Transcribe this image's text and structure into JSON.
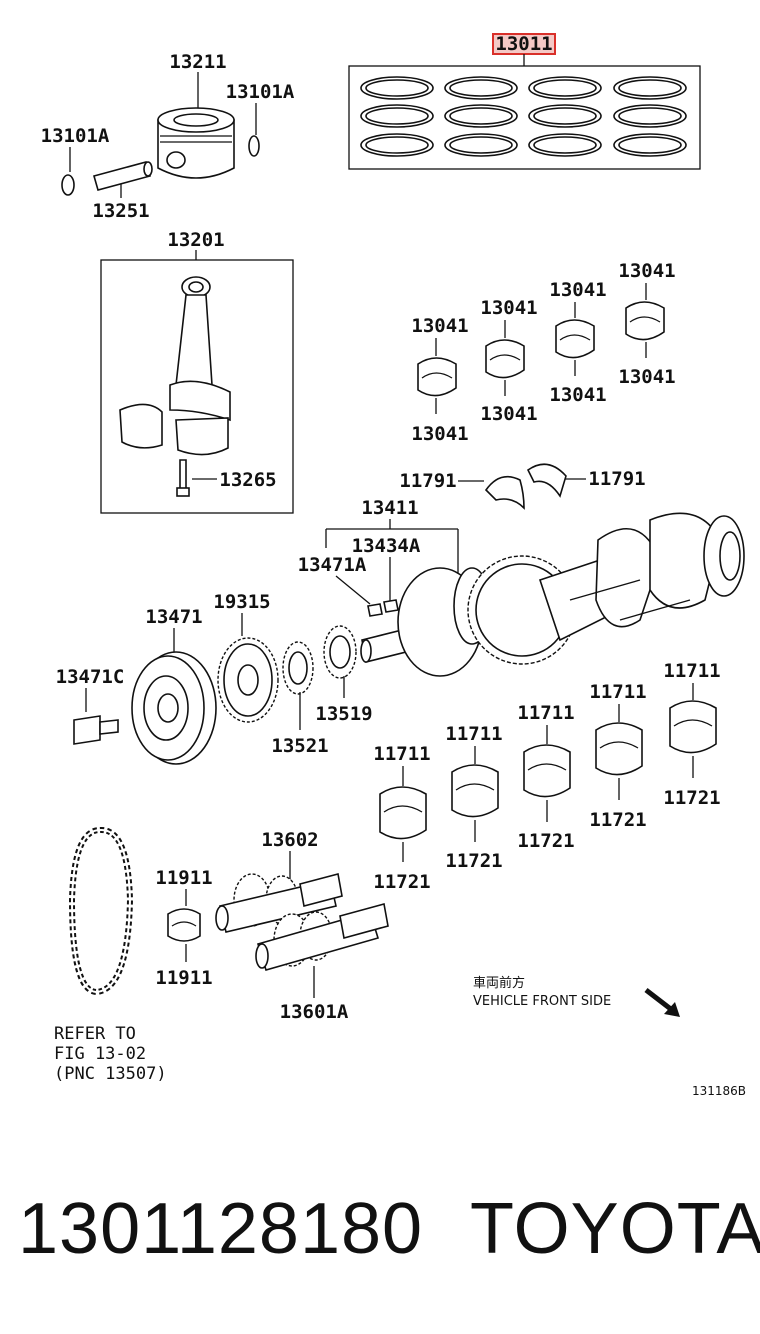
{
  "labels": {
    "ring_set": "13011",
    "piston": "13211",
    "snap_ring_right": "13101A",
    "snap_ring_left": "13101A",
    "pin": "13251",
    "rod": "13201",
    "rod_bolt": "13265",
    "rod_bearing_1_top": "13041",
    "rod_bearing_1_bottom": "13041",
    "rod_bearing_2_top": "13041",
    "rod_bearing_2_bottom": "13041",
    "rod_bearing_3_top": "13041",
    "rod_bearing_3_bottom": "13041",
    "rod_bearing_4_top": "13041",
    "rod_bearing_4_bottom": "13041",
    "thrust_washer_left": "11791",
    "thrust_washer_right": "11791",
    "crankshaft": "13411",
    "key_a": "13434A",
    "key_b": "13471A",
    "pulley": "13471",
    "pulley_bolt": "13471C",
    "sprocket": "19315",
    "timing_gear_1": "13521",
    "timing_gear_2": "13519",
    "main_bearing_1_top": "11711",
    "main_bearing_1_bottom": "11721",
    "main_bearing_2_top": "11711",
    "main_bearing_2_bottom": "11721",
    "main_bearing_3_top": "11711",
    "main_bearing_3_bottom": "11721",
    "main_bearing_4_top": "11711",
    "main_bearing_4_bottom": "11721",
    "main_bearing_5_top": "11711",
    "main_bearing_5_bottom": "11721",
    "balance_bearing_top": "11911",
    "balance_bearing_bottom": "11911",
    "balance_shaft": "13602",
    "balance_shaft_a": "13601A",
    "chain_note_1": "REFER TO",
    "chain_note_2": "FIG 13-02",
    "chain_note_3": "(PNC 13507)",
    "front_jp": "車両前方",
    "front_en": "VEHICLE FRONT SIDE",
    "illustration_id": "131186B"
  },
  "highlight_color": "#d9302a",
  "footer": {
    "part_number": "1301128180",
    "brand": "TOYOTA"
  }
}
